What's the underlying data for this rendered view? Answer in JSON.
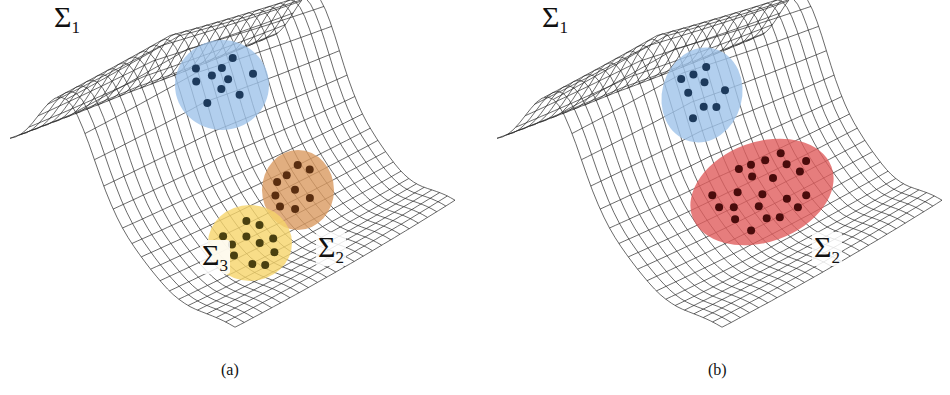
{
  "diagram": {
    "labels": [
      "Σ1",
      "Σ3",
      "Σ2",
      "(a)",
      "Σ1",
      "Σ2",
      "(b)"
    ]
  }
}
